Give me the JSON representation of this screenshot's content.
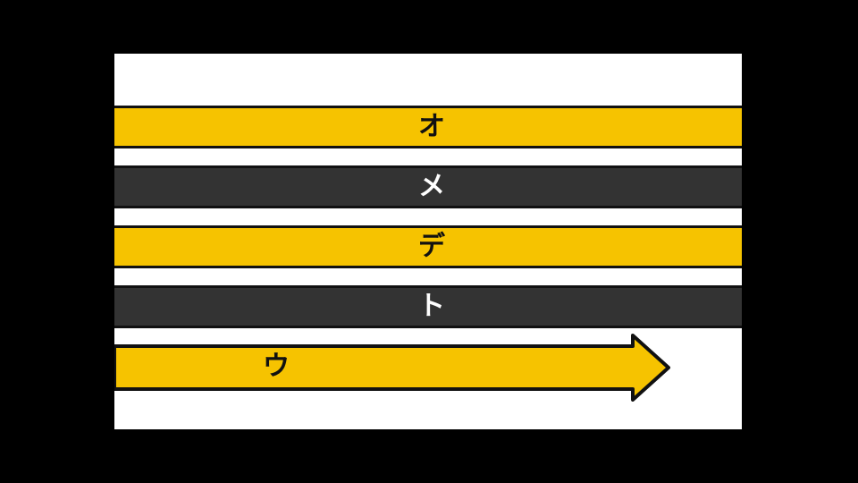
{
  "colors": {
    "background": "#000000",
    "panel": "#ffffff",
    "yellow": "#f6c300",
    "dark": "#333333",
    "outline": "#111111",
    "text_on_yellow": "#111111",
    "text_on_dark": "#ffffff"
  },
  "bands": [
    {
      "label": "オ",
      "style": "yellow"
    },
    {
      "label": "メ",
      "style": "dark"
    },
    {
      "label": "デ",
      "style": "yellow"
    },
    {
      "label": "ト",
      "style": "dark"
    }
  ],
  "arrow": {
    "label": "ウ",
    "icon": "right-arrow-icon",
    "style": "yellow"
  }
}
